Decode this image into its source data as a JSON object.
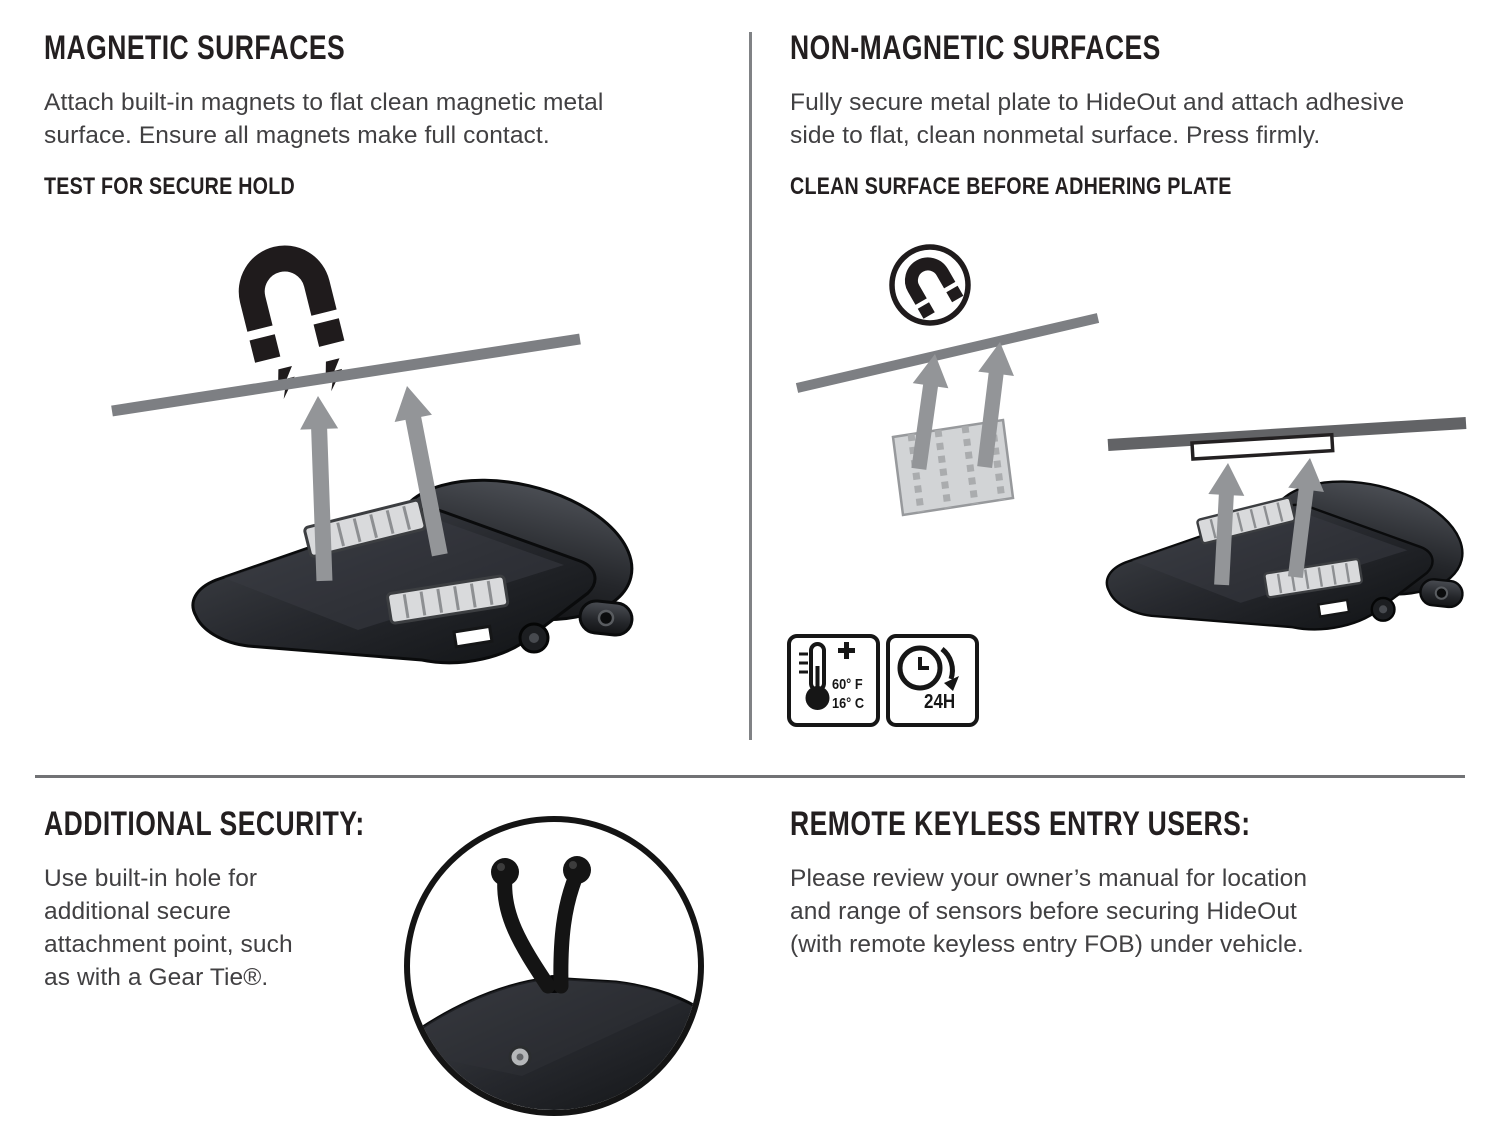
{
  "colors": {
    "ink": "#231f20",
    "body_text": "#414042",
    "surface_gray": "#7d7f83",
    "surface_dark": "#626366",
    "arrow_gray": "#939598",
    "divider_gray": "#808285",
    "device_black": "#1a1c1f"
  },
  "sections": {
    "magnetic": {
      "title": "MAGNETIC SURFACES",
      "body_lines": [
        "Attach built-in magnets to flat clean magnetic metal",
        "surface. Ensure all magnets make full contact."
      ],
      "subheading": "TEST FOR SECURE HOLD"
    },
    "non_magnetic": {
      "title": "NON-MAGNETIC SURFACES",
      "body_lines": [
        "Fully secure metal plate to HideOut and attach adhesive",
        "side to flat, clean nonmetal surface. Press firmly."
      ],
      "subheading": "CLEAN SURFACE BEFORE ADHERING PLATE",
      "badges": {
        "temp_f": "60° F",
        "temp_c": "16° C",
        "duration": "24H"
      }
    },
    "additional_security": {
      "title": "ADDITIONAL SECURITY:",
      "body_lines": [
        "Use built-in hole for",
        "additional secure",
        "attachment point, such",
        "as with a Gear Tie®."
      ]
    },
    "keyless": {
      "title": "REMOTE KEYLESS ENTRY USERS:",
      "body_lines": [
        "Please review your owner’s manual for location",
        "and range of sensors before securing HideOut",
        "(with remote keyless entry FOB) under vehicle."
      ]
    }
  },
  "icons": [
    "magnet-icon",
    "lightning-bolt-icon",
    "magnet-badge-icon",
    "up-arrow-icon",
    "adhesive-plate",
    "metal-plate",
    "thermometer-plus-icon",
    "clock-24h-icon",
    "gear-tie-loop-icon",
    "hideout-device-illustration"
  ]
}
